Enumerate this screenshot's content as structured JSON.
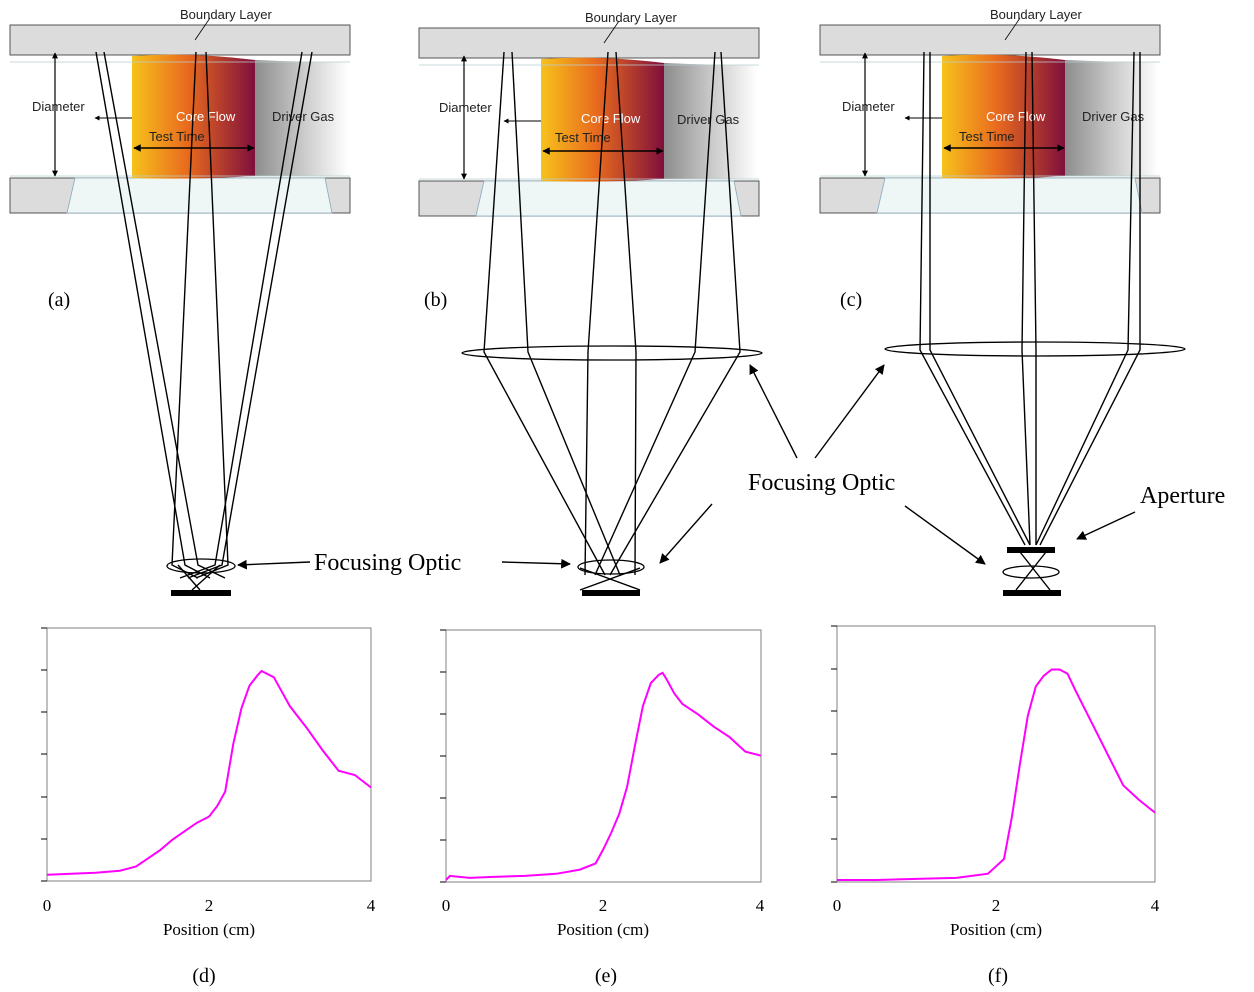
{
  "figure": {
    "tube_labels": {
      "boundary_layer": "Boundary Layer",
      "diameter": "Diameter",
      "core_flow": "Core Flow",
      "test_time": "Test Time",
      "driver_gas": "Driver Gas"
    },
    "panel_labels": [
      "(a)",
      "(b)",
      "(c)",
      "(d)",
      "(e)",
      "(f)"
    ],
    "callouts": {
      "focusing_optic_a": "Focusing Optic",
      "focusing_optic_bc": "Focusing Optic",
      "aperture": "Aperture"
    },
    "colors": {
      "core_flow_start": "#f5b800",
      "core_flow_mid": "#e0561b",
      "core_flow_end": "#8a1040",
      "driver_gas": "#9a9a9a",
      "curve": "#ff00ff",
      "wall": "#dcdcdc"
    }
  },
  "chart_data": [
    {
      "type": "line",
      "panel": "(d)",
      "xlabel": "Position (cm)",
      "xlim": [
        0,
        4
      ],
      "xticks": [
        "0",
        "2",
        "4"
      ],
      "series": [
        {
          "x": [
            0,
            0.3,
            0.6,
            0.9,
            1.1,
            1.25,
            1.4,
            1.55,
            1.7,
            1.85,
            2.0,
            2.1,
            2.2,
            2.3,
            2.4,
            2.5,
            2.6,
            2.65,
            2.7,
            2.8,
            2.9,
            3.0,
            3.2,
            3.4,
            3.6,
            3.8,
            4.0
          ],
          "y": [
            0.02,
            0.025,
            0.03,
            0.04,
            0.06,
            0.1,
            0.14,
            0.19,
            0.23,
            0.27,
            0.3,
            0.35,
            0.42,
            0.65,
            0.82,
            0.93,
            0.98,
            1.0,
            0.99,
            0.97,
            0.9,
            0.83,
            0.73,
            0.62,
            0.52,
            0.5,
            0.44
          ]
        }
      ]
    },
    {
      "type": "line",
      "panel": "(e)",
      "xlabel": "Position (cm)",
      "xlim": [
        0,
        4
      ],
      "xticks": [
        "0",
        "2",
        "4"
      ],
      "series": [
        {
          "x": [
            0,
            0.05,
            0.3,
            0.6,
            1.0,
            1.4,
            1.7,
            1.9,
            2.0,
            2.1,
            2.2,
            2.3,
            2.4,
            2.5,
            2.6,
            2.7,
            2.75,
            2.8,
            2.9,
            3.0,
            3.2,
            3.4,
            3.6,
            3.8,
            4.0
          ],
          "y": [
            0.0,
            0.02,
            0.01,
            0.015,
            0.02,
            0.03,
            0.05,
            0.08,
            0.15,
            0.23,
            0.32,
            0.45,
            0.65,
            0.84,
            0.95,
            0.99,
            1.0,
            0.97,
            0.9,
            0.85,
            0.8,
            0.74,
            0.69,
            0.62,
            0.6
          ]
        }
      ]
    },
    {
      "type": "line",
      "panel": "(f)",
      "xlabel": "Position (cm)",
      "xlim": [
        0,
        4
      ],
      "xticks": [
        "0",
        "2",
        "4"
      ],
      "series": [
        {
          "x": [
            0,
            0.5,
            1.0,
            1.5,
            1.9,
            2.1,
            2.2,
            2.3,
            2.4,
            2.5,
            2.6,
            2.7,
            2.8,
            2.9,
            3.0,
            3.2,
            3.4,
            3.6,
            3.8,
            4.0
          ],
          "y": [
            0.0,
            0.0,
            0.005,
            0.01,
            0.03,
            0.1,
            0.3,
            0.55,
            0.78,
            0.92,
            0.97,
            1.0,
            1.0,
            0.98,
            0.9,
            0.75,
            0.6,
            0.45,
            0.38,
            0.32
          ]
        }
      ]
    }
  ]
}
